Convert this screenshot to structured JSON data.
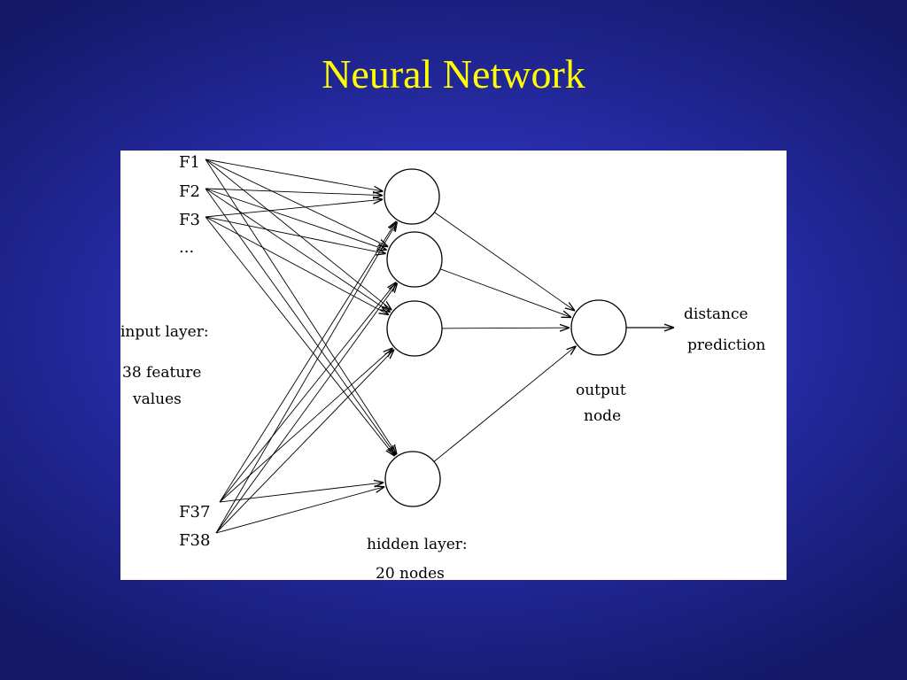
{
  "slide": {
    "title": "Neural Network",
    "background_color": "#2b30b4",
    "title_color": "#ffff00"
  },
  "diagram": {
    "type": "neural-network",
    "inputs": {
      "top_labels": [
        "F1",
        "F2",
        "F3"
      ],
      "ellipsis": "...",
      "bottom_labels": [
        "F37",
        "F38"
      ],
      "caption_line1": "input layer:",
      "caption_line2": "38 feature",
      "caption_line3": "values"
    },
    "hidden": {
      "visible_nodes": 4,
      "caption_line1": "hidden layer:",
      "caption_line2": "20 nodes"
    },
    "output": {
      "caption_line1": "output",
      "caption_line2": "node",
      "result_line1": "distance",
      "result_line2": "prediction"
    }
  }
}
